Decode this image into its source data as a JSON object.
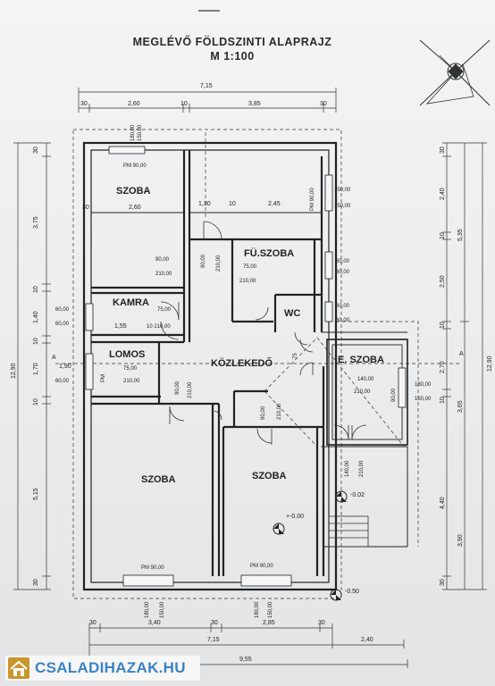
{
  "header": {
    "title_line1": "MEGLÉVŐ FÖLDSZINTI ALAPRAJZ",
    "title_line2": "M 1:100"
  },
  "rooms": {
    "szoba_top": "SZOBA",
    "kamra": "KAMRA",
    "fu_szoba": "FÜ.SZOBA",
    "wc": "WC",
    "lomos": "LOMOS",
    "kozlekedo": "KÖZLEKEDŐ",
    "e_szoba": "E. SZOBA",
    "szoba_bottom_left": "SZOBA",
    "szoba_bottom_right": "SZOBA"
  },
  "dimensions": {
    "top_total": "7,15",
    "top_segments": [
      "30",
      "2,60",
      "10",
      "3,85",
      "30"
    ],
    "bottom_segments": [
      "30",
      "3,40",
      "30",
      "2,85",
      "30"
    ],
    "bottom_total_1": "7,15",
    "bottom_extra": "2,40",
    "bottom_total_2": "9,55",
    "left_segments": [
      "30",
      "3,75",
      "10",
      "1,40",
      "10",
      "1,70",
      "10",
      "5,15",
      "30"
    ],
    "left_total": "12,90",
    "right_segments": [
      "30",
      "2,40",
      "10",
      "2,50",
      "10",
      "2,70",
      "10",
      "3,65",
      "4,40",
      "30"
    ],
    "right_sub_1": "5,35",
    "right_sub_2": "3,90",
    "right_total": "12,90",
    "inner_szoba_width": "2,60",
    "inner_130": "1,30",
    "inner_10a": "10",
    "inner_245": "2,45",
    "inner_30": "30",
    "kamra_155": "1,55",
    "kamra_10": "10",
    "lomos_90": "1,90"
  },
  "openings": {
    "pm_90": "PM 90,00",
    "pm": "PM",
    "o_180": "180,00",
    "o_150": "150,00",
    "o_210": "210,00",
    "o_90": "90,00",
    "o_75": "75,00",
    "o_60": "60,00",
    "o_140": "140,00",
    "o_10_210": "10 210,00",
    "o_75_short": "75"
  },
  "levels": {
    "zero": "+-0.00",
    "minus002": "-0.02",
    "minus050": "-0.50"
  },
  "section": {
    "marker": "A"
  },
  "brand": {
    "site_name": "CSALADIHAZAK.HU"
  }
}
